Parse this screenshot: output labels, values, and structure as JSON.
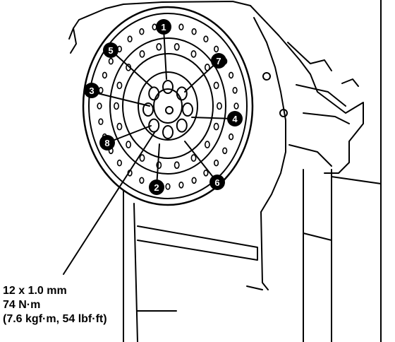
{
  "torque_spec": {
    "bolt_size": "12 x 1.0 mm",
    "torque_nm": "74 N·m",
    "torque_alt": "(7.6 kgf·m, 54 lbf·ft)"
  },
  "sequence_labels": [
    "1",
    "2",
    "3",
    "4",
    "5",
    "6",
    "7",
    "8"
  ],
  "colors": {
    "ink": "#000000",
    "paper": "#ffffff"
  }
}
